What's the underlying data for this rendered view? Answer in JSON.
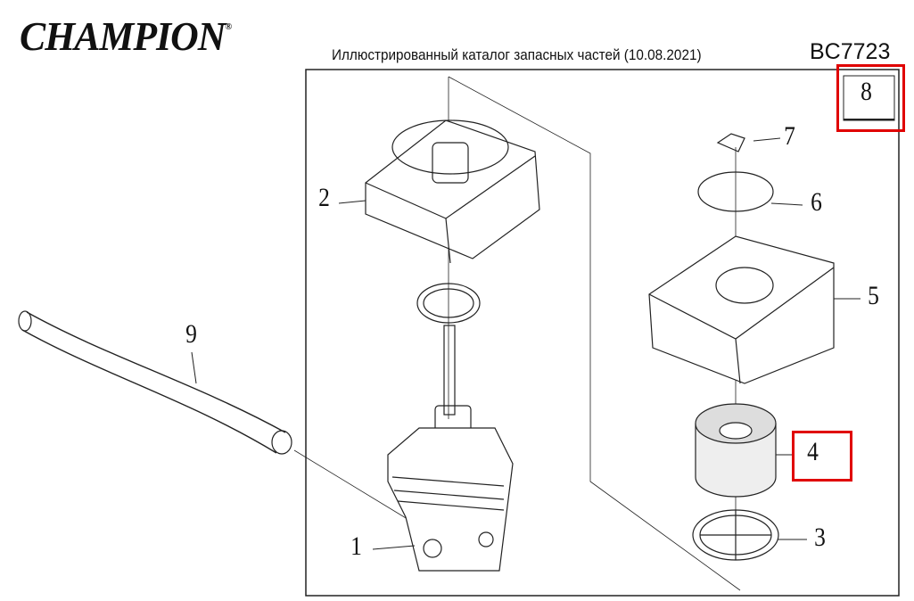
{
  "header": {
    "brand": "CHAMPION",
    "registered_mark": "®",
    "title": "Иллюстрированный каталог запасных частей (10.08.2021)",
    "model": "BC7723"
  },
  "diagram": {
    "page_number": "8",
    "callouts": [
      "1",
      "2",
      "3",
      "4",
      "5",
      "6",
      "7",
      "9"
    ],
    "highlight_color": "#e00000"
  }
}
